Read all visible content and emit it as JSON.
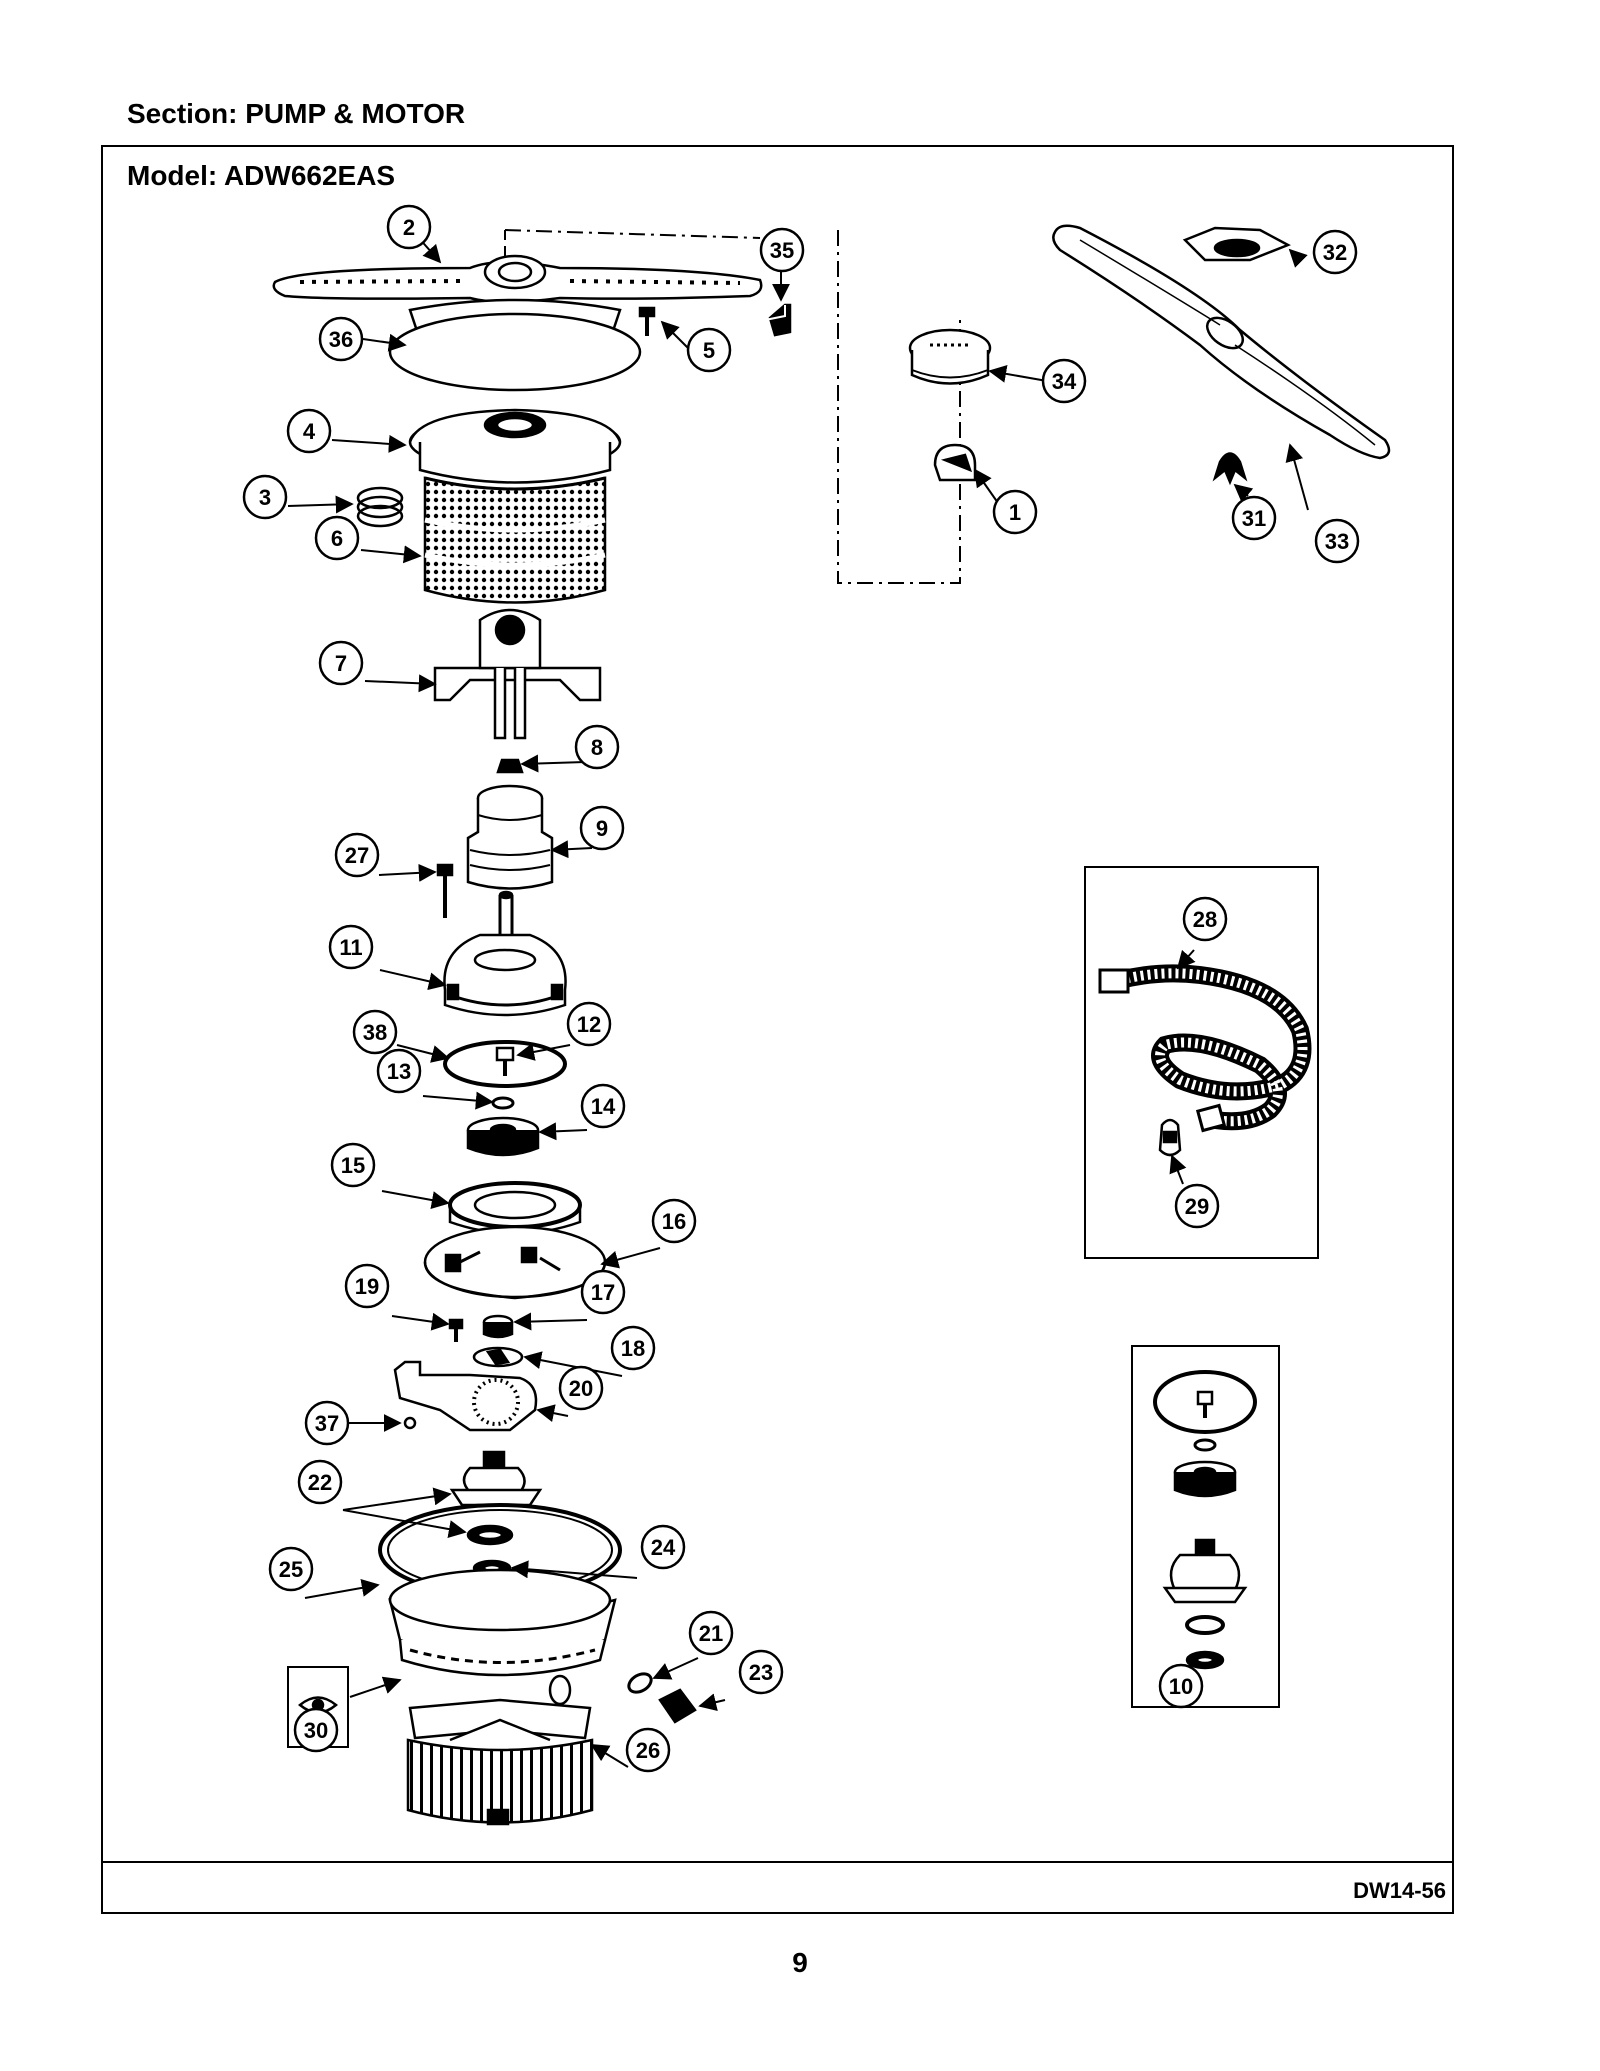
{
  "header": {
    "section_label": "Section:  PUMP & MOTOR",
    "model_label": "Model:  ADW662EAS"
  },
  "footer": {
    "ref_code": "DW14-56",
    "page_number": "9"
  },
  "callouts": [
    "1",
    "2",
    "3",
    "4",
    "5",
    "6",
    "7",
    "8",
    "9",
    "10",
    "11",
    "12",
    "13",
    "14",
    "15",
    "16",
    "17",
    "18",
    "19",
    "20",
    "21",
    "22",
    "23",
    "24",
    "25",
    "26",
    "27",
    "28",
    "29",
    "30",
    "31",
    "32",
    "33",
    "34",
    "35",
    "36",
    "37",
    "38"
  ]
}
